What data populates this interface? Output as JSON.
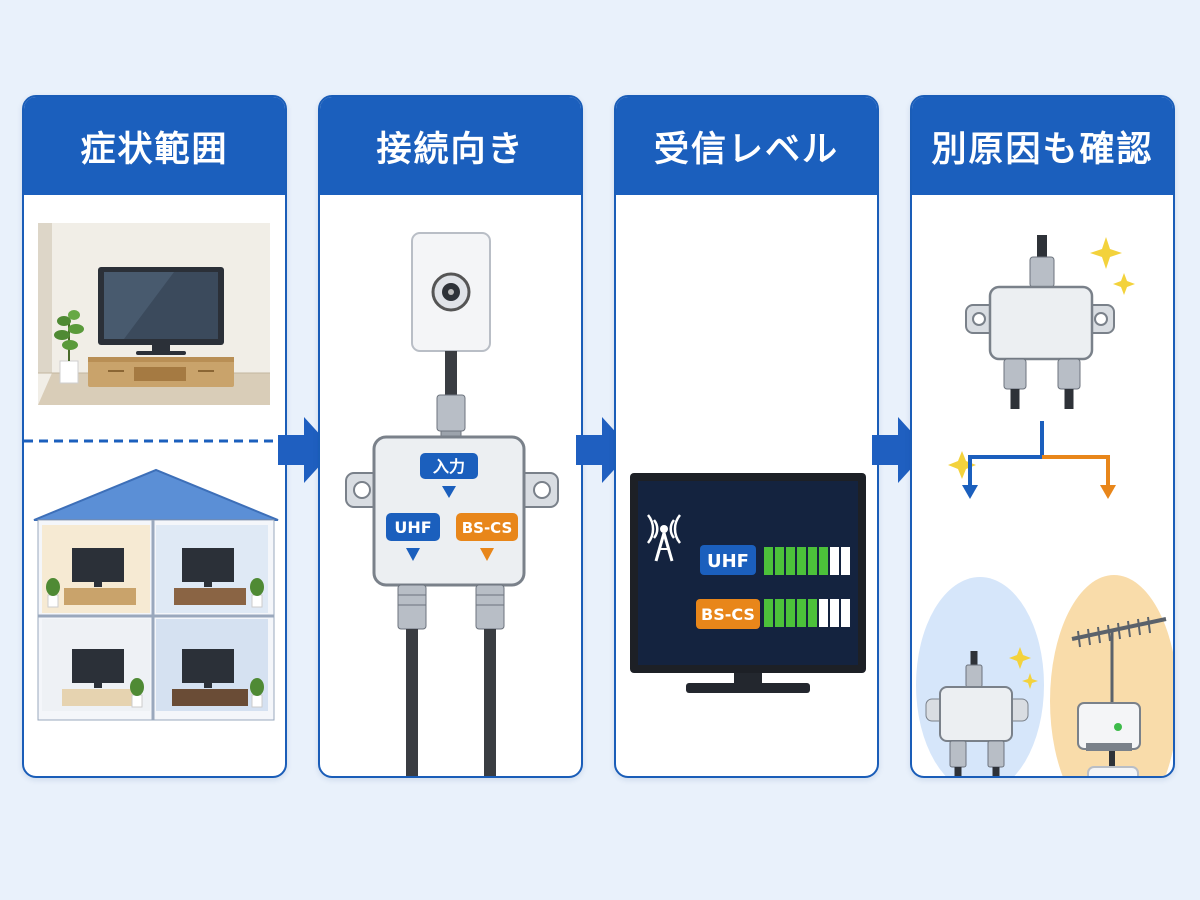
{
  "panels": [
    {
      "title": "症状範囲"
    },
    {
      "title": "接続向き",
      "labels": {
        "input": "入力",
        "uhf": "UHF",
        "bscs": "BS-CS"
      }
    },
    {
      "title": "受信レベル",
      "meters": [
        {
          "label": "UHF",
          "level_filled": 6,
          "level_total": 8
        },
        {
          "label": "BS-CS",
          "level_filled": 5,
          "level_total": 8
        }
      ]
    },
    {
      "title": "別原因も確認"
    }
  ],
  "colors": {
    "header": "#1b5fbd",
    "orange": "#e8861a",
    "green": "#4cc13a",
    "arrow": "#1f5fc0"
  },
  "icons": [
    "tv-icon",
    "plant-icon",
    "house-icon",
    "wall-outlet-icon",
    "splitter-icon",
    "antenna-icon",
    "sparkle-icon",
    "booster-icon"
  ]
}
